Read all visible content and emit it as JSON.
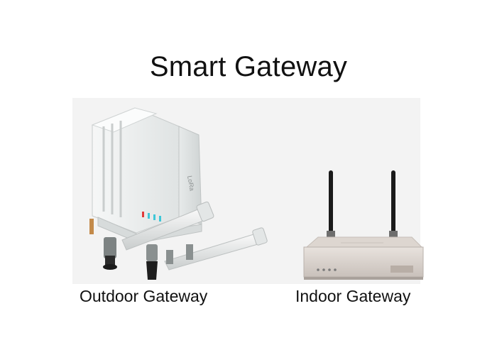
{
  "slide": {
    "title": "Smart Gateway",
    "devices": [
      {
        "label": "Outdoor Gateway",
        "icon": "outdoor-gateway-icon"
      },
      {
        "label": "Indoor Gateway",
        "icon": "indoor-gateway-icon"
      }
    ],
    "colors": {
      "background": "#ffffff",
      "enclosure": "#e9ecec",
      "router_body": "#d9d2cc",
      "antenna": "#1a1a1a"
    }
  }
}
